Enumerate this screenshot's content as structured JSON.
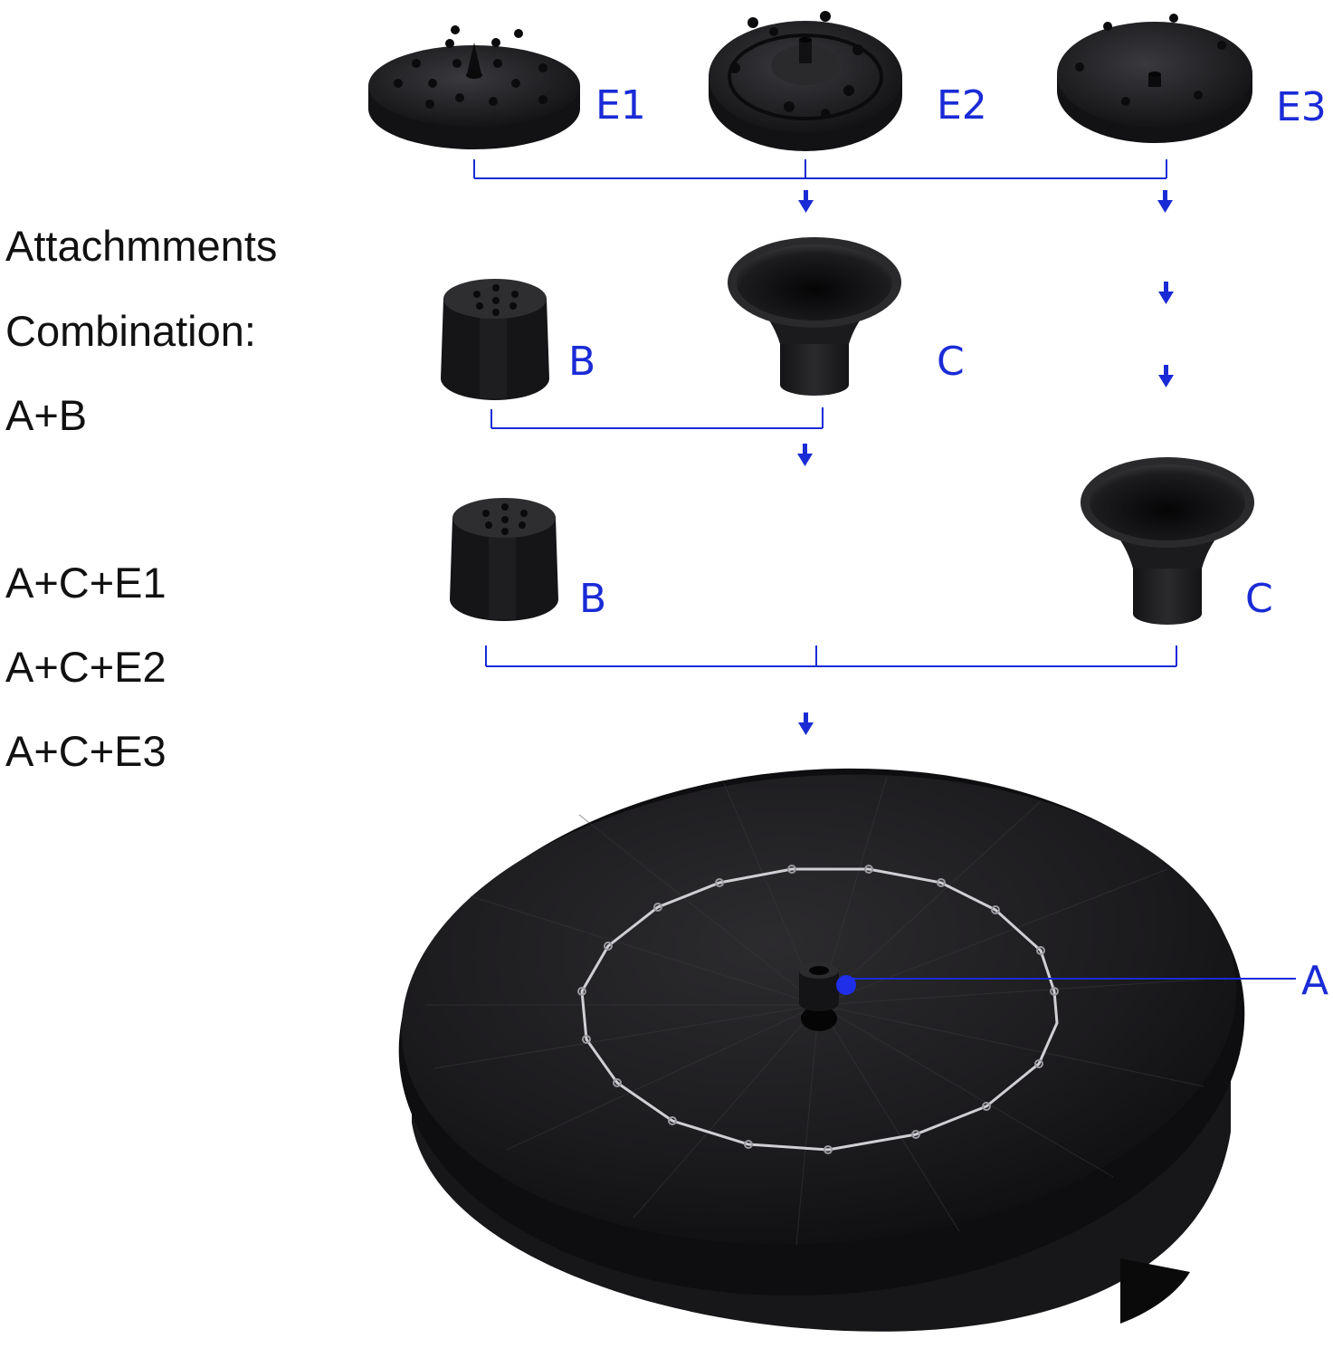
{
  "left_text": {
    "heading_line1": "Attachmments",
    "heading_line2": "Combination:",
    "combo_ab": "A+B",
    "combo_ace1": "A+C+E1",
    "combo_ace2": "A+C+E2",
    "combo_ace3": "A+C+E3"
  },
  "labels": {
    "e1": "E1",
    "e2": "E2",
    "e3": "E3",
    "b_top": "B",
    "c_top": "C",
    "b_bottom": "B",
    "c_bottom": "C",
    "a": "A"
  },
  "colors": {
    "accent": "#1a2bd6",
    "part": "#1b1b1d",
    "text": "#111111"
  }
}
